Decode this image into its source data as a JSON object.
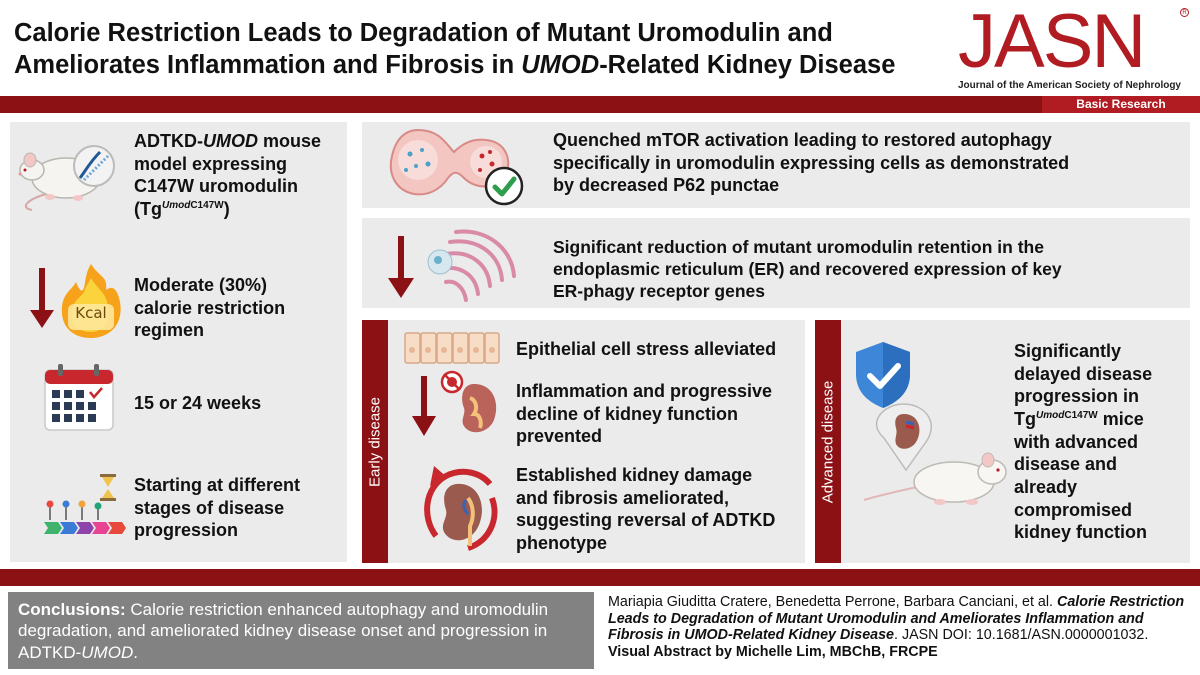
{
  "header": {
    "title_line1": "Calorie Restriction Leads to Degradation of Mutant Uromodulin and",
    "title_line2_pre": "Ameliorates Inflammation and Fibrosis in ",
    "title_line2_em": "UMOD",
    "title_line2_post": "-Related Kidney Disease",
    "journal_logo": "JASN",
    "journal_reg": "R",
    "journal_name": "Journal of the American Society of Nephrology",
    "article_type": "Basic Research"
  },
  "left_column": {
    "model": {
      "l1_a": "ADTKD-",
      "l1_em": "UMOD",
      "l1_b": " mouse",
      "l2": "model expressing",
      "l3": "C147W uromodulin",
      "l4_a": "(Tg",
      "l4_sup": "Umod",
      "l4_sup2": "C147W",
      "l4_b": ")"
    },
    "regimen": {
      "l1": "Moderate (30%)",
      "l2": "calorie restriction",
      "l3": "regimen",
      "kcal_label": "Kcal"
    },
    "duration": "15 or 24 weeks",
    "stages": {
      "l1": "Starting at different",
      "l2": "stages of disease",
      "l3": "progression"
    }
  },
  "findings": {
    "mtor": {
      "l1": "Quenched mTOR activation leading to restored autophagy",
      "l2": "specifically in uromodulin expressing cells as demonstrated",
      "l3": "by decreased P62 punctae"
    },
    "er": {
      "l1": "Significant reduction of mutant uromodulin retention in the",
      "l2": "endoplasmic reticulum (ER) and recovered expression of key",
      "l3": "ER-phagy receptor genes"
    }
  },
  "early_disease": {
    "tab_label": "Early disease",
    "item1": "Epithelial cell stress alleviated",
    "item2": {
      "l1": "Inflammation and progressive",
      "l2": "decline of kidney function",
      "l3": "prevented"
    },
    "item3": {
      "l1": "Established kidney damage",
      "l2": "and fibrosis ameliorated,",
      "l3": "suggesting reversal of ADTKD",
      "l4": "phenotype"
    }
  },
  "advanced_disease": {
    "tab_label": "Advanced disease",
    "l1": "Significantly",
    "l2": "delayed disease",
    "l3": "progression in",
    "l4_a": "Tg",
    "l4_sup": "Umod",
    "l4_sup2": "C147W",
    "l4_b": " mice",
    "l5": "with advanced",
    "l6": "disease and",
    "l7": "already",
    "l8": "compromised",
    "l9": "kidney function"
  },
  "conclusions": {
    "label": "Conclusions:",
    "text_a": " Calorie restriction enhanced autophagy and uromodulin degradation, and ameliorated kidney disease onset and progression in ADTKD-",
    "text_em": "UMOD",
    "text_b": "."
  },
  "citation": {
    "authors": "Mariapia Giuditta Cratere, Benedetta Perrone, Barbara Canciani, et al. ",
    "title": "Calorie Restriction Leads to Degradation of Mutant Uromodulin and Ameliorates Inflammation and Fibrosis in UMOD-Related Kidney Disease",
    "doi": ". JASN DOI: 10.1681/ASN.0000001032. ",
    "credit": "Visual Abstract by Michelle Lim, MBChB, FRCPE"
  },
  "colors": {
    "brand_red": "#b01c22",
    "dark_red": "#8c1115",
    "panel_gray": "#ebebeb",
    "footer_gray": "#828282"
  },
  "icons": [
    "mouse-icon",
    "kcal-flame-icon",
    "calendar-icon",
    "timeline-icon",
    "cell-dividing-icon",
    "check-badge-icon",
    "er-icon",
    "epithelium-icon",
    "kidney-icon",
    "kidney-cycle-icon",
    "shield-check-icon",
    "down-arrow-icon"
  ]
}
